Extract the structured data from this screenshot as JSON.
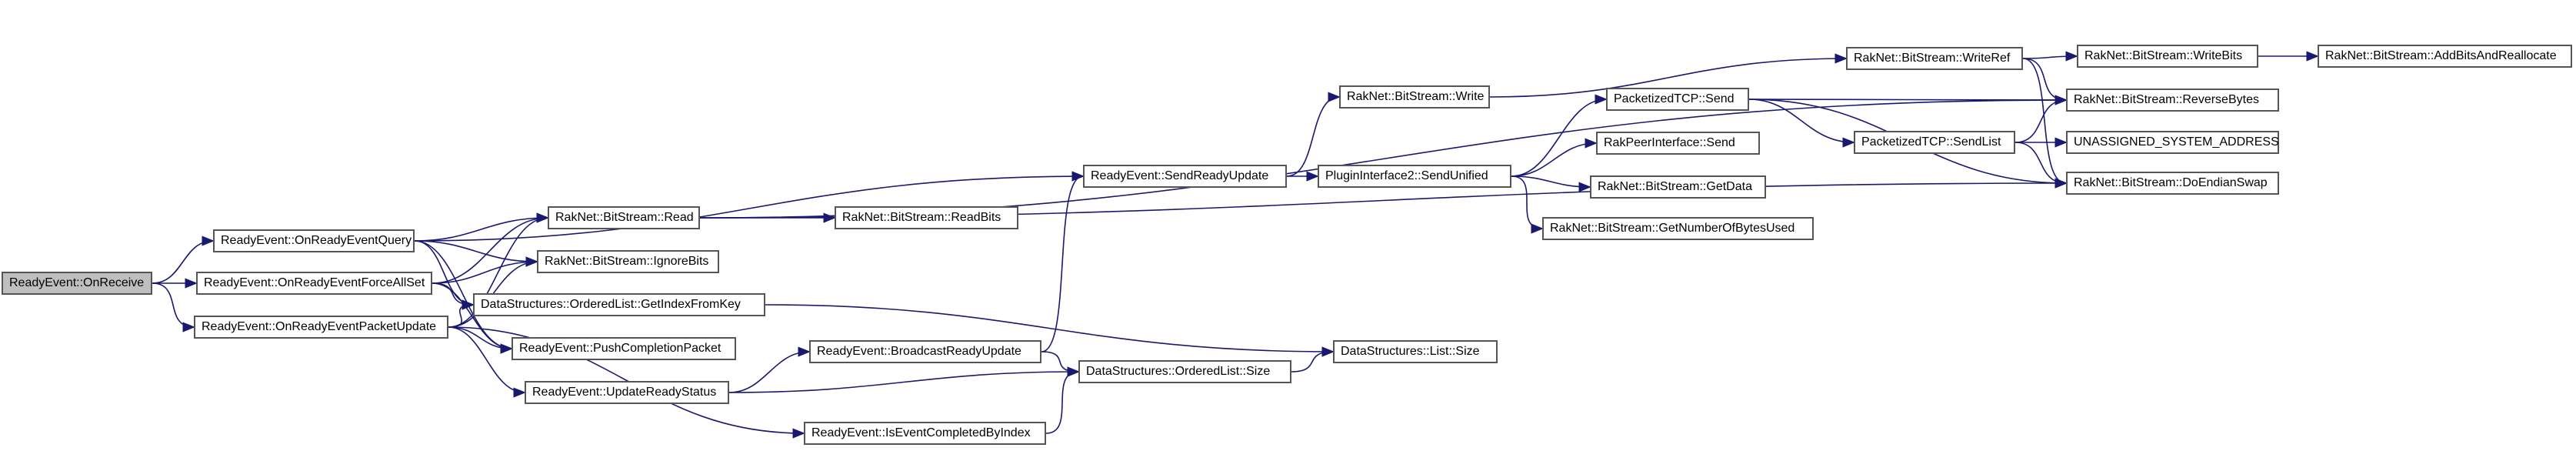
{
  "colors": {
    "edge": "#191970",
    "node_border": "#555555",
    "root_fill": "#bfbfbf"
  },
  "nodes": {
    "n1": "ReadyEvent::OnReceive",
    "n2": "ReadyEvent::OnReadyEventQuery",
    "n3": "ReadyEvent::OnReadyEventForceAllSet",
    "n4": "ReadyEvent::OnReadyEventPacketUpdate",
    "n5": "RakNet::BitStream::Read",
    "n6": "RakNet::BitStream::IgnoreBits",
    "n7": "DataStructures::OrderedList::GetIndexFromKey",
    "n8": "ReadyEvent::PushCompletionPacket",
    "n9": "ReadyEvent::UpdateReadyStatus",
    "n10": "ReadyEvent::IsEventCompletedByIndex",
    "n11": "RakNet::BitStream::ReadBits",
    "n12": "ReadyEvent::BroadcastReadyUpdate",
    "n13": "ReadyEvent::SendReadyUpdate",
    "n14": "DataStructures::OrderedList::Size",
    "n15": "PluginInterface2::SendUnified",
    "n16": "RakNet::BitStream::Write",
    "n17": "DataStructures::List::Size",
    "n18": "PacketizedTCP::Send",
    "n19": "RakPeerInterface::Send",
    "n20": "RakNet::BitStream::GetData",
    "n21": "RakNet::BitStream::GetNumberOfBytesUsed",
    "n22": "RakNet::BitStream::WriteRef",
    "n23": "PacketizedTCP::SendList",
    "n24": "RakNet::BitStream::WriteBits",
    "n25": "RakNet::BitStream::ReverseBytes",
    "n26": "UNASSIGNED_SYSTEM_ADDRESS",
    "n27": "RakNet::BitStream::DoEndianSwap",
    "n28": "RakNet::BitStream::AddBitsAndReallocate"
  },
  "edges": [
    [
      "n1",
      "n2"
    ],
    [
      "n1",
      "n3"
    ],
    [
      "n1",
      "n4"
    ],
    [
      "n2",
      "n5"
    ],
    [
      "n2",
      "n13"
    ],
    [
      "n2",
      "n6"
    ],
    [
      "n2",
      "n7"
    ],
    [
      "n2",
      "n8"
    ],
    [
      "n3",
      "n5"
    ],
    [
      "n3",
      "n6"
    ],
    [
      "n3",
      "n7"
    ],
    [
      "n3",
      "n8"
    ],
    [
      "n4",
      "n5"
    ],
    [
      "n4",
      "n6"
    ],
    [
      "n4",
      "n7"
    ],
    [
      "n4",
      "n8"
    ],
    [
      "n4",
      "n9"
    ],
    [
      "n4",
      "n10"
    ],
    [
      "n5",
      "n11"
    ],
    [
      "n5",
      "n25"
    ],
    [
      "n5",
      "n27"
    ],
    [
      "n7",
      "n17"
    ],
    [
      "n9",
      "n12"
    ],
    [
      "n9",
      "n14"
    ],
    [
      "n10",
      "n14"
    ],
    [
      "n12",
      "n13"
    ],
    [
      "n12",
      "n14"
    ],
    [
      "n13",
      "n15"
    ],
    [
      "n13",
      "n16"
    ],
    [
      "n14",
      "n17"
    ],
    [
      "n15",
      "n18"
    ],
    [
      "n15",
      "n19"
    ],
    [
      "n15",
      "n20"
    ],
    [
      "n15",
      "n21"
    ],
    [
      "n16",
      "n22"
    ],
    [
      "n18",
      "n23"
    ],
    [
      "n18",
      "n25"
    ],
    [
      "n18",
      "n27"
    ],
    [
      "n22",
      "n24"
    ],
    [
      "n22",
      "n25"
    ],
    [
      "n22",
      "n27"
    ],
    [
      "n23",
      "n25"
    ],
    [
      "n23",
      "n26"
    ],
    [
      "n23",
      "n27"
    ],
    [
      "n24",
      "n28"
    ]
  ]
}
